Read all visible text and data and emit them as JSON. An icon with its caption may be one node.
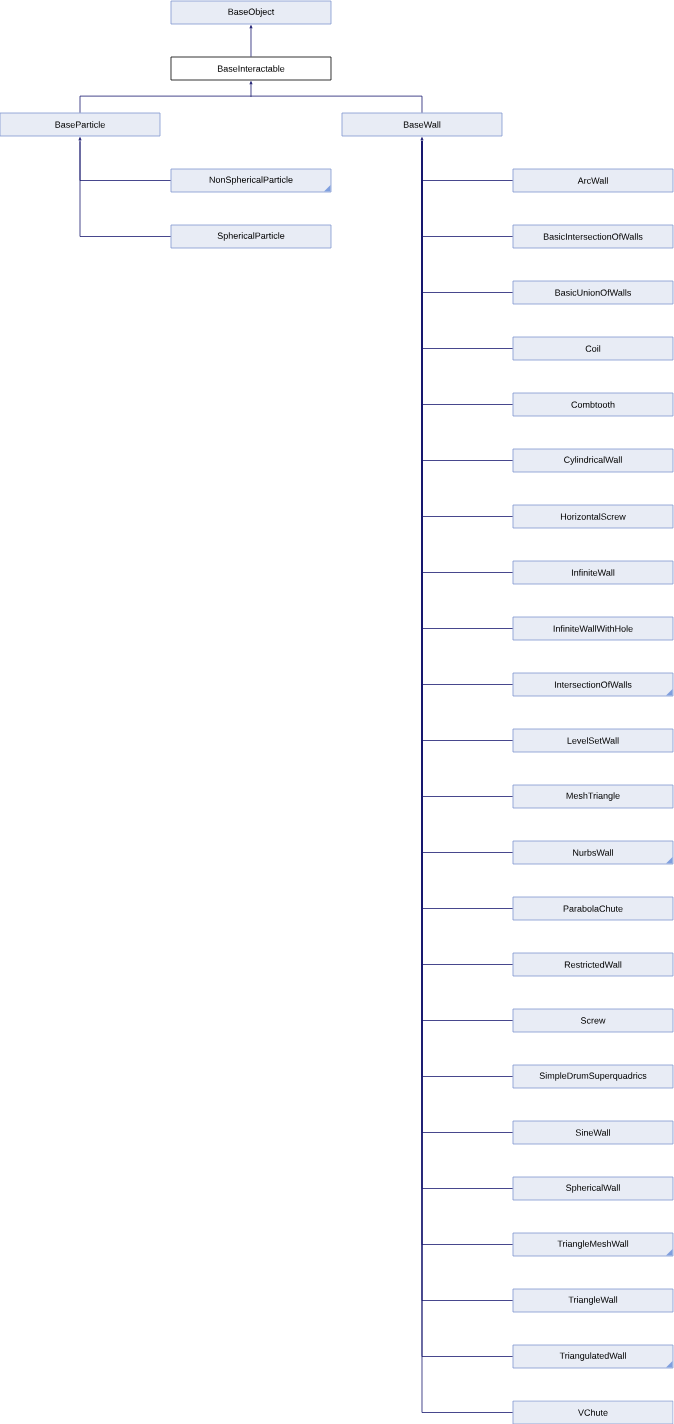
{
  "diagram": {
    "nodes": [
      {
        "text": [
          "BaseObject"
        ]
      },
      {
        "text": [
          "BaseInteractable"
        ]
      },
      {
        "text": [
          "BaseParticle"
        ]
      },
      {
        "text": [
          "BaseWall"
        ]
      },
      {
        "text": [
          "NonSphericalParticle"
        ]
      },
      {
        "text": [
          "SphericalParticle"
        ]
      },
      {
        "text": [
          "ArcWall"
        ]
      },
      {
        "text": [
          "BasicIntersectionOfWalls"
        ]
      },
      {
        "text": [
          "BasicUnionOfWalls"
        ]
      },
      {
        "text": [
          "Coil"
        ]
      },
      {
        "text": [
          "Combtooth"
        ]
      },
      {
        "text": [
          "CylindricalWall"
        ]
      },
      {
        "text": [
          "HorizontalScrew"
        ]
      },
      {
        "text": [
          "InfiniteWall"
        ]
      },
      {
        "text": [
          "InfiniteWallWithHole"
        ]
      },
      {
        "text": [
          "IntersectionOfWalls"
        ]
      },
      {
        "text": [
          "LevelSetWall"
        ]
      },
      {
        "text": [
          "MeshTriangle"
        ]
      },
      {
        "text": [
          "NurbsWall"
        ]
      },
      {
        "text": [
          "ParabolaChute"
        ]
      },
      {
        "text": [
          "RestrictedWall"
        ]
      },
      {
        "text": [
          "Screw"
        ]
      },
      {
        "text": [
          "SimpleDrumSuperquadrics"
        ]
      },
      {
        "text": [
          "SineWall"
        ]
      },
      {
        "text": [
          "SphericalWall"
        ]
      },
      {
        "text": [
          "TriangleMeshWall"
        ]
      },
      {
        "text": [
          "TriangleWall"
        ]
      },
      {
        "text": [
          "TriangulatedWall"
        ]
      },
      {
        "text": [
          "VChute"
        ]
      }
    ],
    "edges": [
      {
        "from": 1,
        "to": 0,
        "arrow": "to"
      },
      {
        "from": 2,
        "to": 1,
        "arrow": "to"
      },
      {
        "from": 3,
        "to": 1,
        "arrow": "to"
      },
      {
        "from": 4,
        "to": 2,
        "arrow": "to"
      },
      {
        "from": 5,
        "to": 2,
        "arrow": "to"
      },
      {
        "from": 6,
        "to": 3,
        "arrow": "to"
      },
      {
        "from": 7,
        "to": 3,
        "arrow": "to"
      },
      {
        "from": 8,
        "to": 3,
        "arrow": "to"
      },
      {
        "from": 9,
        "to": 3,
        "arrow": "to"
      },
      {
        "from": 10,
        "to": 3,
        "arrow": "to"
      },
      {
        "from": 11,
        "to": 3,
        "arrow": "to"
      },
      {
        "from": 12,
        "to": 3,
        "arrow": "to"
      },
      {
        "from": 13,
        "to": 3,
        "arrow": "to"
      },
      {
        "from": 14,
        "to": 3,
        "arrow": "to"
      },
      {
        "from": 15,
        "to": 3,
        "arrow": "to"
      },
      {
        "from": 16,
        "to": 3,
        "arrow": "to"
      },
      {
        "from": 17,
        "to": 3,
        "arrow": "to"
      },
      {
        "from": 18,
        "to": 3,
        "arrow": "to"
      },
      {
        "from": 19,
        "to": 3,
        "arrow": "to"
      },
      {
        "from": 20,
        "to": 3,
        "arrow": "to"
      },
      {
        "from": 21,
        "to": 3,
        "arrow": "to"
      },
      {
        "from": 22,
        "to": 3,
        "arrow": "to"
      },
      {
        "from": 23,
        "to": 3,
        "arrow": "to"
      },
      {
        "from": 24,
        "to": 3,
        "arrow": "to"
      },
      {
        "from": 25,
        "to": 3,
        "arrow": "to"
      },
      {
        "from": 26,
        "to": 3,
        "arrow": "to"
      },
      {
        "from": 27,
        "to": 3,
        "arrow": "to"
      },
      {
        "from": 28,
        "to": 3,
        "arrow": "to"
      }
    ]
  }
}
